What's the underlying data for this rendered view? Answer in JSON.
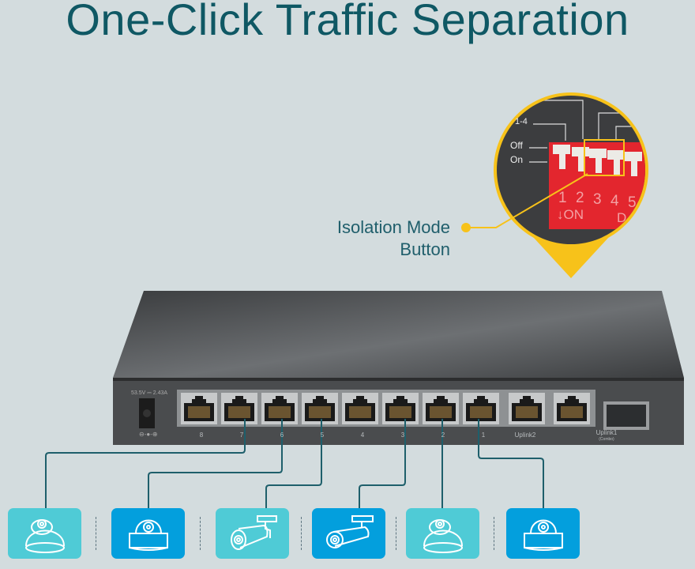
{
  "title": "One-Click Traffic Separation",
  "callout": {
    "line1": "Isolation Mode",
    "line2": "Button"
  },
  "dip_switch": {
    "group_label": "1-4",
    "off_label": "Off",
    "on_label": "On",
    "numbers": [
      "1",
      "2",
      "3",
      "4",
      "5"
    ],
    "on_marker": "↓ON",
    "partial_label": "D"
  },
  "switch_panel": {
    "power_rating": "53.5V ⎓ 2.43A",
    "power_symbol": "⊖-●-⊕",
    "ports": [
      "8",
      "7",
      "6",
      "5",
      "4",
      "3",
      "2",
      "1"
    ],
    "uplink2": "Uplink2",
    "uplink1": "Uplink1",
    "uplink1_sub": "(Combo)"
  },
  "devices": [
    {
      "type": "dome-camera",
      "color": "#4fcbd6",
      "port": "7"
    },
    {
      "type": "ptz-dome-camera",
      "color": "#039fdd",
      "port": "6"
    },
    {
      "type": "bullet-camera",
      "color": "#4fcbd6",
      "port": "5"
    },
    {
      "type": "bullet-camera",
      "color": "#039fdd",
      "port": "3"
    },
    {
      "type": "dome-camera",
      "color": "#4fcbd6",
      "port": "2"
    },
    {
      "type": "ptz-dome-camera",
      "color": "#039fdd",
      "port": "1"
    }
  ],
  "colors": {
    "background": "#d3dcde",
    "title": "#0f5864",
    "accent": "#f7c21a",
    "wire": "#1e5f6b"
  }
}
